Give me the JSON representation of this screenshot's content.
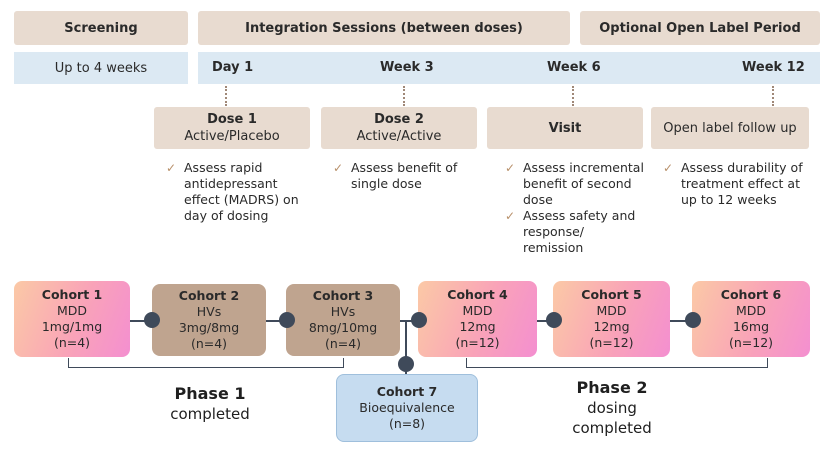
{
  "headers": {
    "screening": "Screening",
    "integration": "Integration Sessions (between doses)",
    "open_label": "Optional Open Label Period"
  },
  "screening_duration": "Up to 4 weeks",
  "timeline": [
    "Day 1",
    "Week 3",
    "Week 6",
    "Week 12"
  ],
  "milestones": [
    {
      "title": "Dose 1",
      "sub": "Active/Placebo"
    },
    {
      "title": "Dose 2",
      "sub": "Active/Active"
    },
    {
      "title": "Visit",
      "sub": ""
    },
    {
      "title": "",
      "sub": "Open label follow up"
    }
  ],
  "bullets": [
    [
      "Assess rapid antidepressant effect (MADRS) on day of dosing"
    ],
    [
      "Assess benefit of single dose"
    ],
    [
      "Assess incremental benefit of second dose",
      "Assess safety and response/ remission"
    ],
    [
      "Assess durability of treatment effect at up to 12 weeks"
    ]
  ],
  "cohorts": [
    {
      "name": "Cohort 1",
      "pop": "MDD",
      "dose": "1mg/1mg",
      "n": "(n=4)"
    },
    {
      "name": "Cohort 2",
      "pop": "HVs",
      "dose": "3mg/8mg",
      "n": "(n=4)"
    },
    {
      "name": "Cohort 3",
      "pop": "HVs",
      "dose": "8mg/10mg",
      "n": "(n=4)"
    },
    {
      "name": "Cohort 4",
      "pop": "MDD",
      "dose": "12mg",
      "n": "(n=12)"
    },
    {
      "name": "Cohort 5",
      "pop": "MDD",
      "dose": "12mg",
      "n": "(n=12)"
    },
    {
      "name": "Cohort 6",
      "pop": "MDD",
      "dose": "16mg",
      "n": "(n=12)"
    },
    {
      "name": "Cohort 7",
      "pop": "Bioequivalence",
      "dose": "",
      "n": "(n=8)"
    }
  ],
  "phases": [
    {
      "title": "Phase 1",
      "line1": "completed",
      "line2": ""
    },
    {
      "title": "Phase 2",
      "line1": "dosing",
      "line2": "completed"
    }
  ],
  "colors": {
    "header_bg": "#e8dbd0",
    "timebar_bg": "#dce9f3",
    "brown_cohort": "#bfa48f",
    "blue_cohort": "#c6dcf0",
    "connector": "#3f4a5a",
    "check": "#b8906a"
  }
}
